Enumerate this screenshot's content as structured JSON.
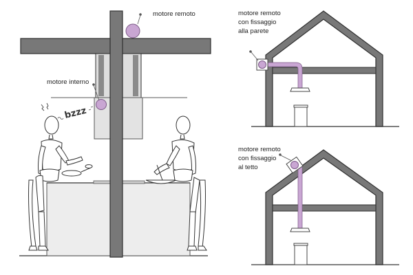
{
  "labels": {
    "remote_motor": "motore remoto",
    "internal_motor": "motore interno",
    "wall_line1": "motore remoto",
    "wall_line2": "con fissaggio",
    "wall_line3": "alla parete",
    "roof_line1": "motore remoto",
    "roof_line2": "con fissaggio",
    "roof_line3": "al tetto",
    "noise": "bzzz"
  },
  "colors": {
    "structure": "#787878",
    "structure_edge": "#2e2e2e",
    "duct": "#c9a6d3",
    "duct_edge": "#7b5a86",
    "hood": "#e3e3e3",
    "island": "#ededed",
    "line": "#333333"
  }
}
